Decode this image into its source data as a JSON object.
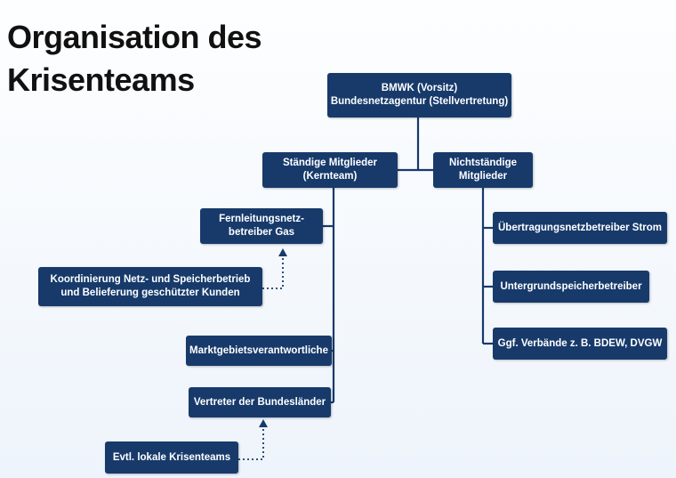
{
  "title": {
    "line1": "Organisation des",
    "line2": "Krisenteams"
  },
  "nodes": {
    "chair": {
      "line1": "BMWK (Vorsitz)",
      "line2": "Bundesnetzagentur (Stellvertretung)"
    },
    "permanent": {
      "line1": "Ständige Mitglieder",
      "line2": "(Kernteam)"
    },
    "nonpermanent": {
      "line1": "Nichtständige",
      "line2": "Mitglieder"
    },
    "transmission_gas": {
      "line1": "Fernleitungsnetz-",
      "line2": "betreiber Gas"
    },
    "coordination": {
      "line1": "Koordinierung Netz- und Speicherbetrieb",
      "line2": "und Belieferung geschützter Kunden"
    },
    "market_area": {
      "label": "Marktgebietsverantwortliche"
    },
    "states": {
      "label": "Vertreter der Bundesländer"
    },
    "local_teams": {
      "label": "Evtl. lokale Krisenteams"
    },
    "tso_power": {
      "label": "Übertragungsnetzbetreiber Strom"
    },
    "storage": {
      "label": "Untergrundspeicherbetreiber"
    },
    "associations": {
      "label": "Ggf. Verbände z. B. BDEW, DVGW"
    }
  },
  "colors": {
    "box": "#173a6b",
    "line": "#173a6b",
    "text": "#ffffff"
  }
}
